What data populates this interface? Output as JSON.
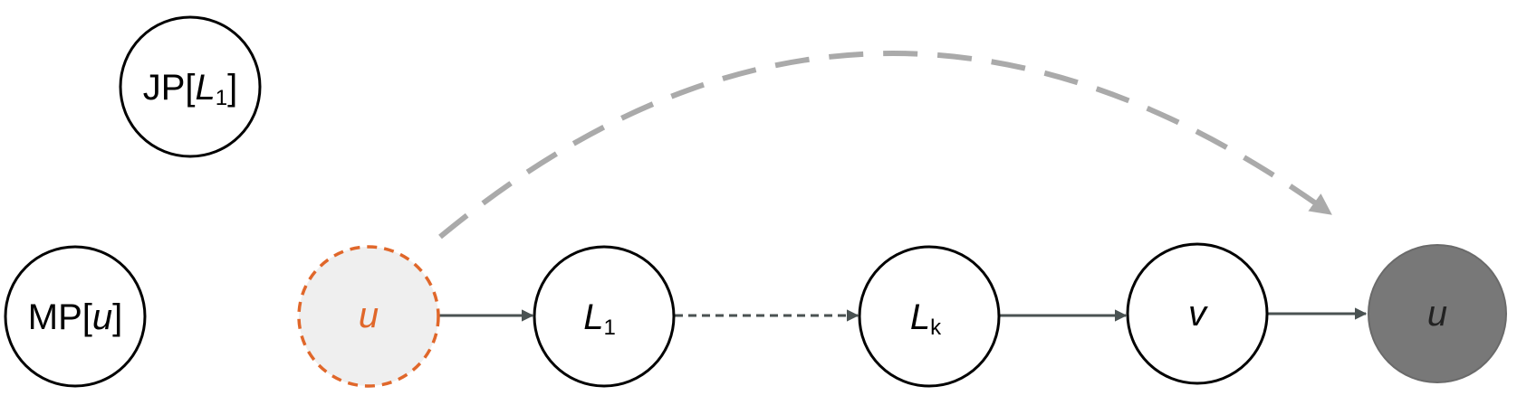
{
  "colors": {
    "origin_stroke": "#e0672a",
    "origin_fill": "#efefef",
    "target_fill": "#787878",
    "edge": "#4a5252",
    "arc": "#aaaaaa"
  },
  "legend_nodes": {
    "jp": {
      "prefix": "JP[",
      "var": "L",
      "sub": "1",
      "suffix": "]"
    },
    "mp": {
      "prefix": "MP[",
      "var": "u",
      "suffix": "]"
    }
  },
  "path_nodes": {
    "origin": {
      "label": "u"
    },
    "l1": {
      "var": "L",
      "sub": "1"
    },
    "lk": {
      "var": "L",
      "sub": "k"
    },
    "v": {
      "label": "v"
    },
    "target": {
      "label": "u"
    }
  }
}
